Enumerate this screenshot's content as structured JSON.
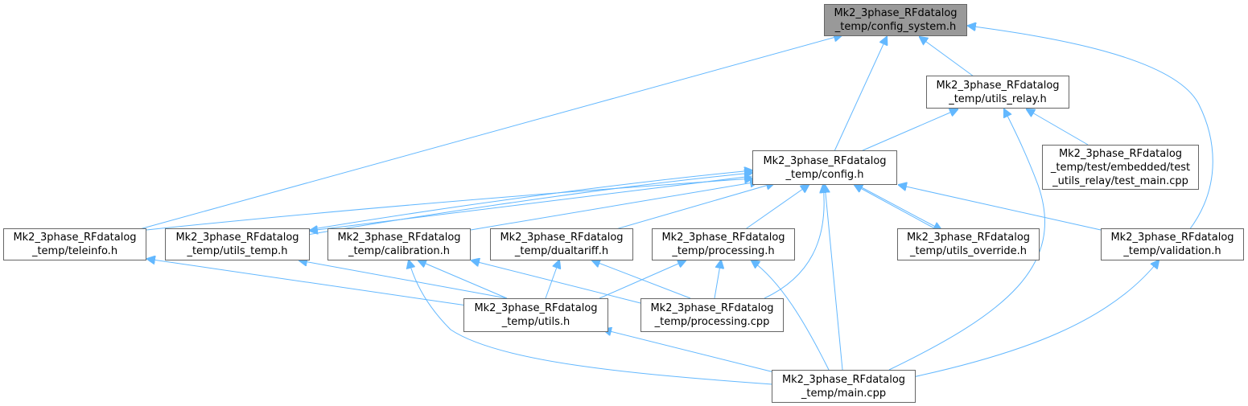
{
  "colors": {
    "edge": "#63b8ff",
    "node_border": "#666666",
    "root_fill": "#999999",
    "node_fill": "#ffffff"
  },
  "nodes": {
    "config_system": {
      "line1": "Mk2_3phase_RFdatalog",
      "line2": "_temp/config_system.h"
    },
    "utils_relay": {
      "line1": "Mk2_3phase_RFdatalog",
      "line2": "_temp/utils_relay.h"
    },
    "test_main": {
      "line1": "Mk2_3phase_RFdatalog",
      "line2": "_temp/test/embedded/test",
      "line3": "_utils_relay/test_main.cpp"
    },
    "config": {
      "line1": "Mk2_3phase_RFdatalog",
      "line2": "_temp/config.h"
    },
    "teleinfo": {
      "line1": "Mk2_3phase_RFdatalog",
      "line2": "_temp/teleinfo.h"
    },
    "utils_temp": {
      "line1": "Mk2_3phase_RFdatalog",
      "line2": "_temp/utils_temp.h"
    },
    "calibration": {
      "line1": "Mk2_3phase_RFdatalog",
      "line2": "_temp/calibration.h"
    },
    "dualtariff": {
      "line1": "Mk2_3phase_RFdatalog",
      "line2": "_temp/dualtariff.h"
    },
    "processing_h": {
      "line1": "Mk2_3phase_RFdatalog",
      "line2": "_temp/processing.h"
    },
    "utils_override": {
      "line1": "Mk2_3phase_RFdatalog",
      "line2": "_temp/utils_override.h"
    },
    "validation": {
      "line1": "Mk2_3phase_RFdatalog",
      "line2": "_temp/validation.h"
    },
    "utils_h": {
      "line1": "Mk2_3phase_RFdatalog",
      "line2": "_temp/utils.h"
    },
    "processing_cpp": {
      "line1": "Mk2_3phase_RFdatalog",
      "line2": "_temp/processing.cpp"
    },
    "main_cpp": {
      "line1": "Mk2_3phase_RFdatalog",
      "line2": "_temp/main.cpp"
    }
  }
}
